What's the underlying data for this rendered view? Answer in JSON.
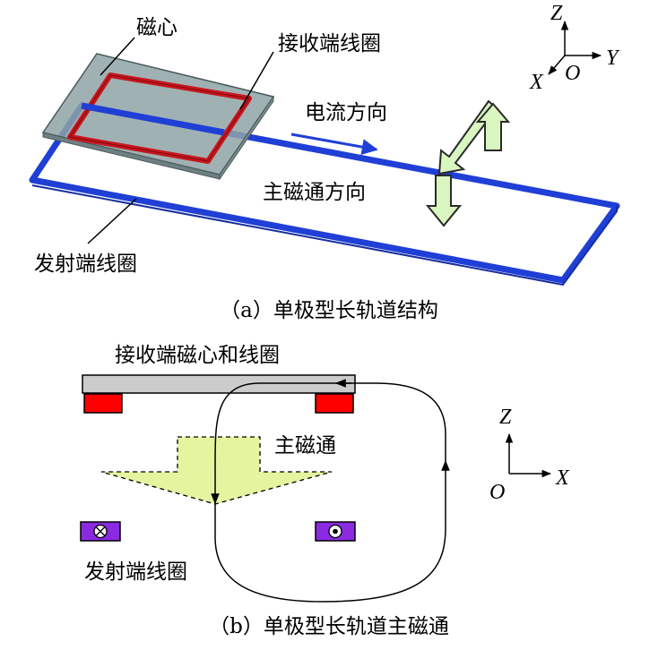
{
  "panel_a": {
    "label_core": "磁心",
    "label_receiver_coil": "接收端线圈",
    "label_current_direction": "电流方向",
    "label_main_flux_direction": "主磁通方向",
    "label_transmitter_coil": "发射端线圈",
    "caption": "（a）单极型长轨道结构",
    "axes": {
      "z": "Z",
      "y": "Y",
      "x": "X",
      "origin": "O"
    }
  },
  "panel_b": {
    "label_receiver_core_and_coil": "接收端磁心和线圈",
    "label_main_flux": "主磁通",
    "label_transmitter_coil": "发射端线圈",
    "caption": "（b）单极型长轨道主磁通",
    "axes": {
      "z": "Z",
      "x": "X",
      "origin": "O"
    }
  },
  "colors": {
    "core_plate": "#8fa3a6",
    "receiver_coil": "#c8161d",
    "transmitter_coil": "#1f3fd6",
    "flux_arrow": "#d9f5c0",
    "flux_cone": "#e4f5a0",
    "receiver_core_bar": "#cccccc",
    "coil_cross_section": "#8a2be2"
  }
}
